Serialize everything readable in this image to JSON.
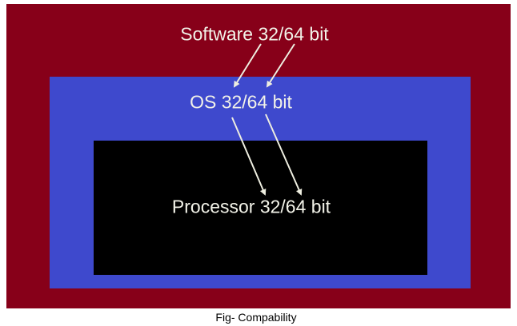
{
  "diagram": {
    "layers": [
      {
        "label": "Software 32/64 bit",
        "color": "#870019"
      },
      {
        "label": "OS 32/64 bit",
        "color": "#3e49cd"
      },
      {
        "label": "Processor 32/64 bit",
        "color": "#000000"
      }
    ],
    "arrow_color": "#eeeee0",
    "caption": "Fig- Compability"
  }
}
